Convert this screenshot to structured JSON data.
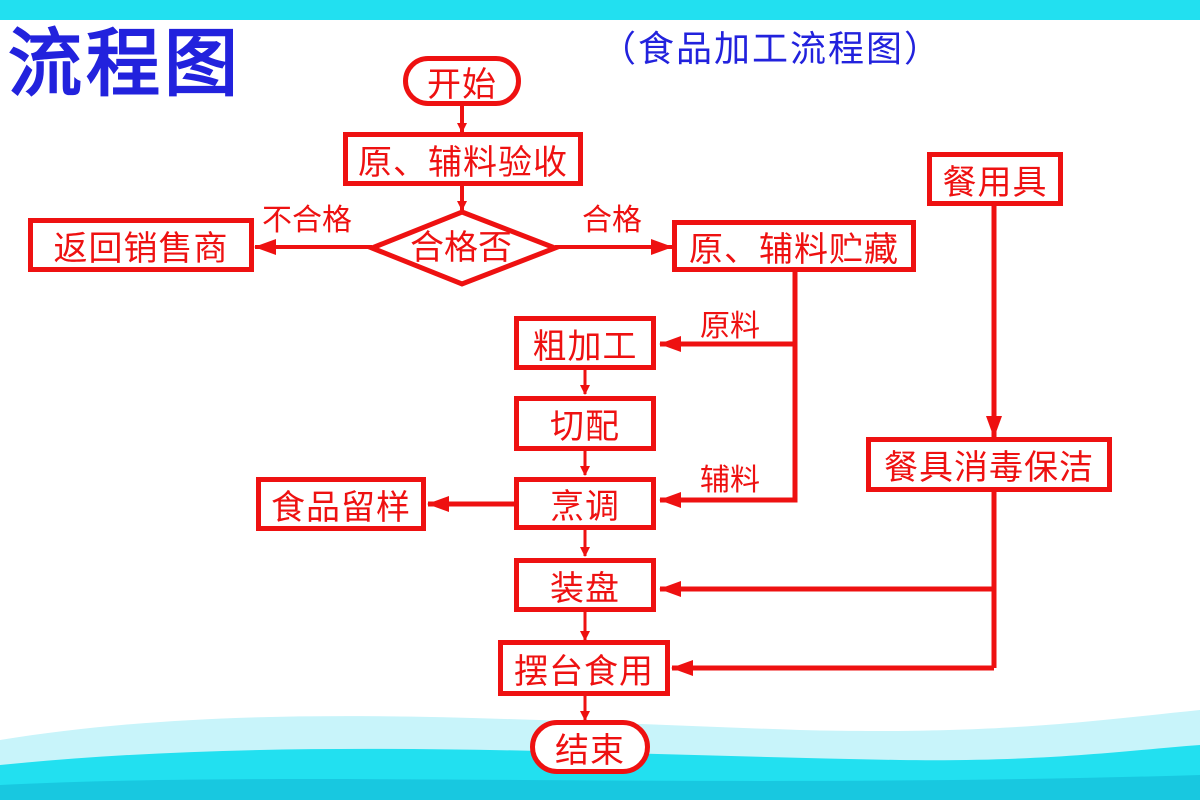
{
  "colors": {
    "flow": "#ee1111",
    "title": "#2222dd",
    "water": "#22e0f0"
  },
  "header": {
    "title": "流程图",
    "subtitle": "（食品加工流程图）"
  },
  "nodes": {
    "start": "开始",
    "inspect": "原、辅料验收",
    "decision": "合格否",
    "return": "返回销售商",
    "storage": "原、辅料贮藏",
    "rough": "粗加工",
    "cut": "切配",
    "cook": "烹调",
    "sample": "食品留样",
    "plate": "装盘",
    "serve": "摆台食用",
    "end": "结束",
    "tableware": "餐用具",
    "disinfect": "餐具消毒保洁"
  },
  "edge_labels": {
    "fail": "不合格",
    "pass": "合格",
    "raw": "原料",
    "aux": "辅料"
  }
}
